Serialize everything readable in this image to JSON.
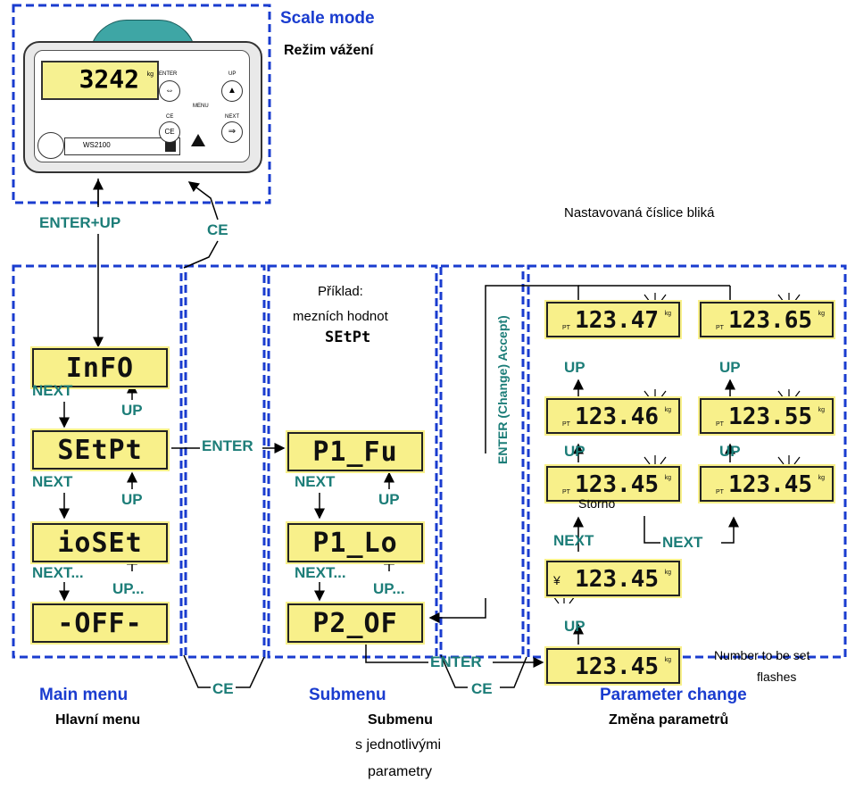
{
  "scale_mode": {
    "title_en": "Scale mode",
    "title_cz": "Režim vážení",
    "display_value": "3242",
    "unit": "kg",
    "model": "WS2100",
    "btn_enter": "ENTER",
    "btn_up": "UP",
    "btn_menu": "MENU",
    "btn_ce": "CE",
    "btn_next": "NEXT"
  },
  "transitions": {
    "enter_up": "ENTER+UP",
    "ce": "CE",
    "enter": "ENTER",
    "next": "NEXT",
    "next_more": "NEXT...",
    "up": "UP",
    "up_more": "UP...",
    "enter_change_accept": "ENTER (Change) Accept)"
  },
  "main_menu": {
    "title_en": "Main menu",
    "title_cz": "Hlavní menu",
    "items": [
      "InFO",
      "SEtPt",
      "ioSEt",
      "-OFF-"
    ]
  },
  "submenu": {
    "title_en": "Submenu",
    "title_cz": "Submenu",
    "subtitle_cz_1": "s jednotlivými",
    "subtitle_cz_2": "parametry",
    "example_1": "Příklad:",
    "example_2": "mezních hodnot",
    "example_code": "SEtPt",
    "items": [
      "P1_Fu",
      "P1_Lo",
      "P2_OF"
    ]
  },
  "param_change": {
    "title_en": "Parameter change",
    "title_cz": "Změna parametrů",
    "blink_note": "Nastavovaná číslice bliká",
    "storno": "Storno",
    "note_en_1": "Number to be set",
    "note_en_2": "flashes",
    "pt_label": "PT",
    "unit": "kg",
    "left_column": [
      "123.47",
      "123.46",
      "123.45",
      "123.45",
      "123.45"
    ],
    "right_column": [
      "123.65",
      "123.55",
      "123.45"
    ]
  },
  "colors": {
    "dashed_border": "#1a3ccf",
    "transition_text": "#1c7d78",
    "lcd_bg": "#f8f08a"
  }
}
